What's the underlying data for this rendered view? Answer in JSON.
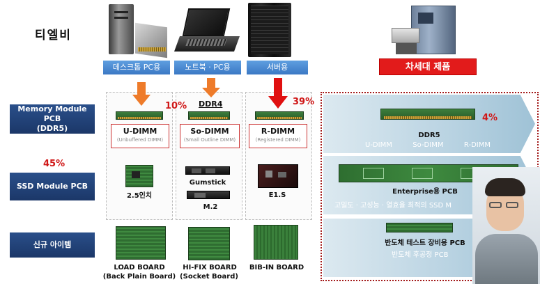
{
  "company": "티엘비",
  "categories": {
    "desktop": "데스크톱 PC용",
    "notebook": "노트북 · PC용",
    "server": "서버용",
    "next_gen": "차세대 제품"
  },
  "rows": {
    "memory": "Memory Module PCB\n(DDR5)",
    "ssd": "SSD Module PCB",
    "new_items": "신규 아이템"
  },
  "percents": {
    "udimm": "10%",
    "rdimm": "39%",
    "ddr5": "4%",
    "ssd": "45%"
  },
  "memory": {
    "ddr4": "DDR4",
    "udimm_main": "U-DIMM",
    "udimm_sub": "(Unbuffered DIMM)",
    "sodimm_main": "So-DIMM",
    "sodimm_sub": "(Small Outline DIMM)",
    "rdimm_main": "R-DIMM",
    "rdimm_sub": "(Registered DIMM)"
  },
  "ssd": {
    "inch": "2.5인치",
    "gumstick": "Gumstick",
    "m2": "M.2",
    "e1s": "E1.S"
  },
  "new_items": {
    "load_board": "LOAD BOARD",
    "load_board_sub": "(Back Plain Board)",
    "hifix_board": "HI-FIX BOARD",
    "hifix_board_sub": "(Socket Board)",
    "bib_board": "BIB-IN BOARD"
  },
  "next_gen": {
    "ddr5_title": "DDR5",
    "ddr5_types": [
      "U-DIMM",
      "So-DIMM",
      "R-DIMM"
    ],
    "enterprise_title": "Enterprise용 PCB",
    "enterprise_desc": "고밀도 · 고성능 · 열효율 최적의 SSD M",
    "semi_title": "반도체 테스트 장비용 PCB",
    "semi_desc": "반도체 후공정 PCB"
  },
  "colors": {
    "tab_blue": "#3b78c4",
    "label_navy": "#1b3768",
    "accent_red": "#e21b1b",
    "arrow_orange": "#ee7b2a"
  }
}
